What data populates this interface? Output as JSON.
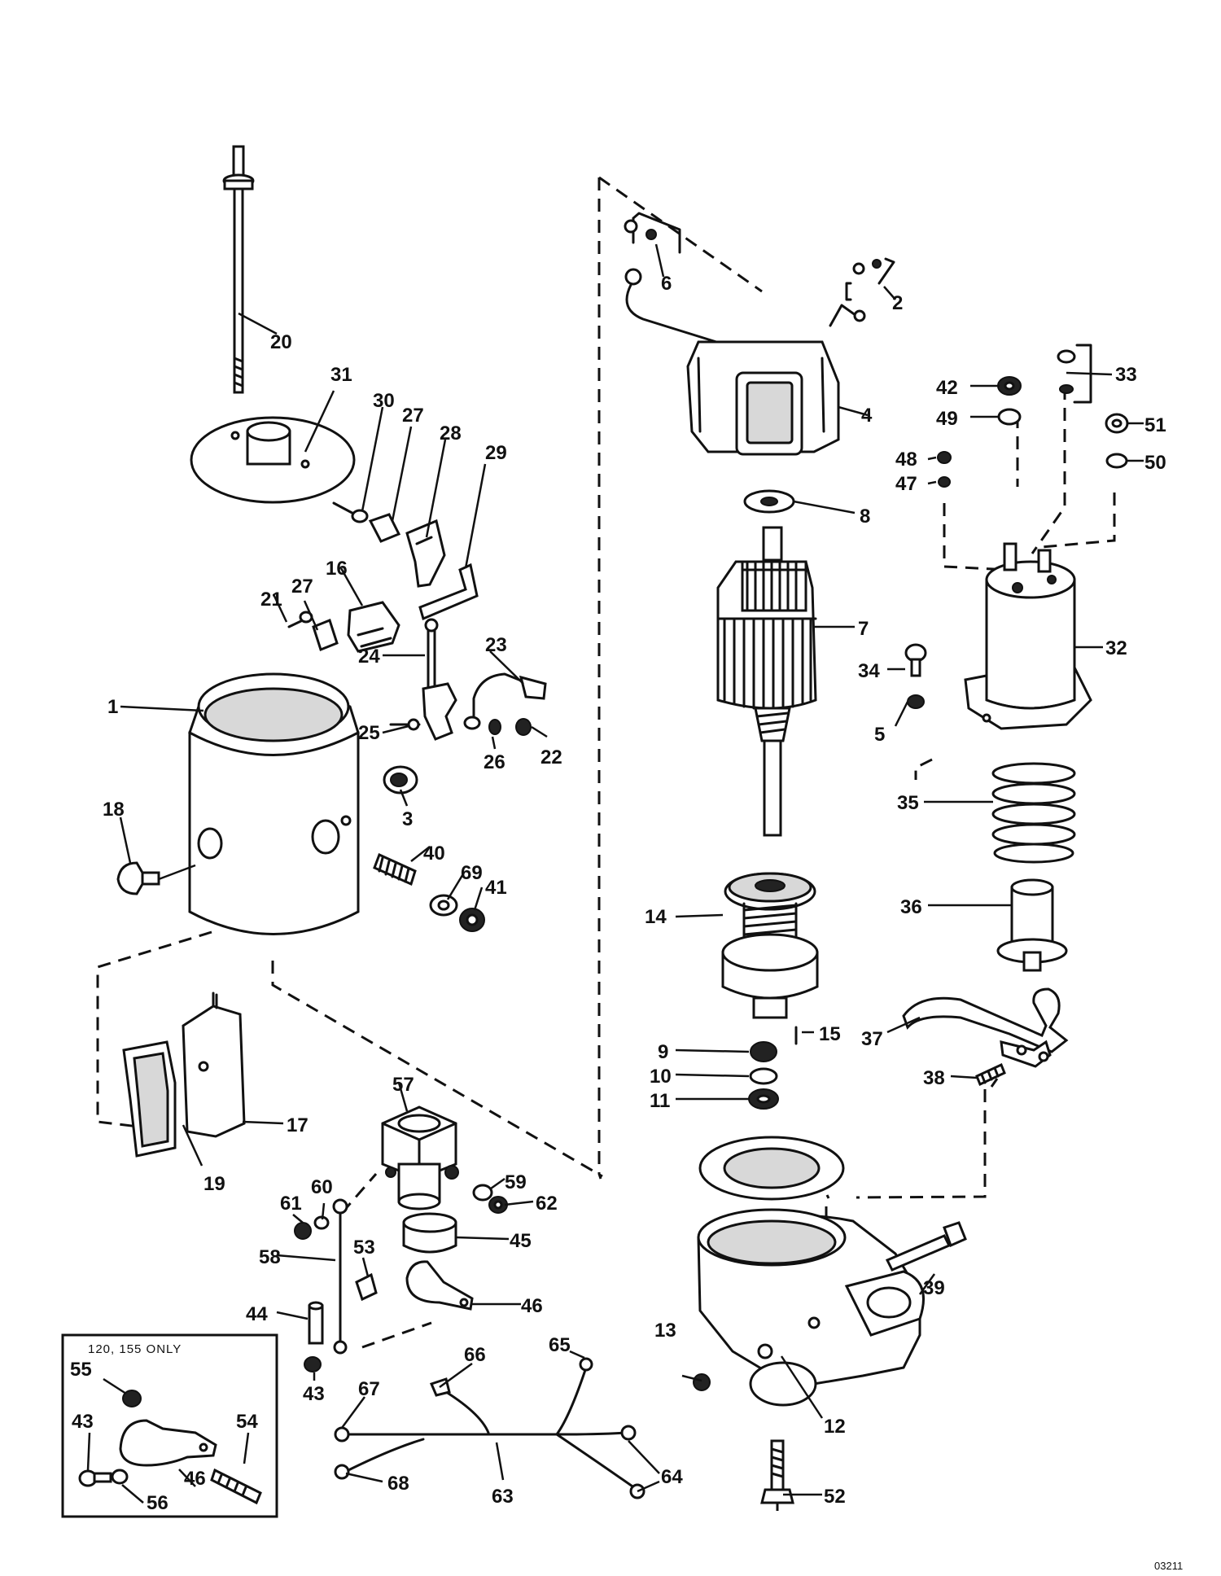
{
  "inset": {
    "label": "120, 155 ONLY"
  },
  "figure_number": "03211",
  "callouts": [
    {
      "id": "1",
      "text": "1"
    },
    {
      "id": "2",
      "text": "2"
    },
    {
      "id": "3",
      "text": "3"
    },
    {
      "id": "4",
      "text": "4"
    },
    {
      "id": "5",
      "text": "5"
    },
    {
      "id": "6",
      "text": "6"
    },
    {
      "id": "7",
      "text": "7"
    },
    {
      "id": "8",
      "text": "8"
    },
    {
      "id": "9",
      "text": "9"
    },
    {
      "id": "10",
      "text": "10"
    },
    {
      "id": "11",
      "text": "11"
    },
    {
      "id": "12",
      "text": "12"
    },
    {
      "id": "13",
      "text": "13"
    },
    {
      "id": "14",
      "text": "14"
    },
    {
      "id": "15",
      "text": "15"
    },
    {
      "id": "16",
      "text": "16"
    },
    {
      "id": "17",
      "text": "17"
    },
    {
      "id": "18",
      "text": "18"
    },
    {
      "id": "19",
      "text": "19"
    },
    {
      "id": "20",
      "text": "20"
    },
    {
      "id": "21",
      "text": "21"
    },
    {
      "id": "22",
      "text": "22"
    },
    {
      "id": "23",
      "text": "23"
    },
    {
      "id": "24",
      "text": "24"
    },
    {
      "id": "25",
      "text": "25"
    },
    {
      "id": "26",
      "text": "26"
    },
    {
      "id": "27a",
      "text": "27"
    },
    {
      "id": "27b",
      "text": "27"
    },
    {
      "id": "28",
      "text": "28"
    },
    {
      "id": "29",
      "text": "29"
    },
    {
      "id": "30",
      "text": "30"
    },
    {
      "id": "31",
      "text": "31"
    },
    {
      "id": "32",
      "text": "32"
    },
    {
      "id": "33",
      "text": "33"
    },
    {
      "id": "34",
      "text": "34"
    },
    {
      "id": "35",
      "text": "35"
    },
    {
      "id": "36",
      "text": "36"
    },
    {
      "id": "37",
      "text": "37"
    },
    {
      "id": "38",
      "text": "38"
    },
    {
      "id": "39",
      "text": "39"
    },
    {
      "id": "40",
      "text": "40"
    },
    {
      "id": "41",
      "text": "41"
    },
    {
      "id": "42",
      "text": "42"
    },
    {
      "id": "43a",
      "text": "43"
    },
    {
      "id": "43b",
      "text": "43"
    },
    {
      "id": "44",
      "text": "44"
    },
    {
      "id": "45",
      "text": "45"
    },
    {
      "id": "46a",
      "text": "46"
    },
    {
      "id": "46b",
      "text": "46"
    },
    {
      "id": "47",
      "text": "47"
    },
    {
      "id": "48",
      "text": "48"
    },
    {
      "id": "49",
      "text": "49"
    },
    {
      "id": "50",
      "text": "50"
    },
    {
      "id": "51",
      "text": "51"
    },
    {
      "id": "52",
      "text": "52"
    },
    {
      "id": "53",
      "text": "53"
    },
    {
      "id": "54",
      "text": "54"
    },
    {
      "id": "55",
      "text": "55"
    },
    {
      "id": "56",
      "text": "56"
    },
    {
      "id": "57",
      "text": "57"
    },
    {
      "id": "58",
      "text": "58"
    },
    {
      "id": "59",
      "text": "59"
    },
    {
      "id": "60",
      "text": "60"
    },
    {
      "id": "61",
      "text": "61"
    },
    {
      "id": "62",
      "text": "62"
    },
    {
      "id": "63",
      "text": "63"
    },
    {
      "id": "64",
      "text": "64"
    },
    {
      "id": "65",
      "text": "65"
    },
    {
      "id": "66",
      "text": "66"
    },
    {
      "id": "67",
      "text": "67"
    },
    {
      "id": "68",
      "text": "68"
    },
    {
      "id": "69",
      "text": "69"
    }
  ]
}
